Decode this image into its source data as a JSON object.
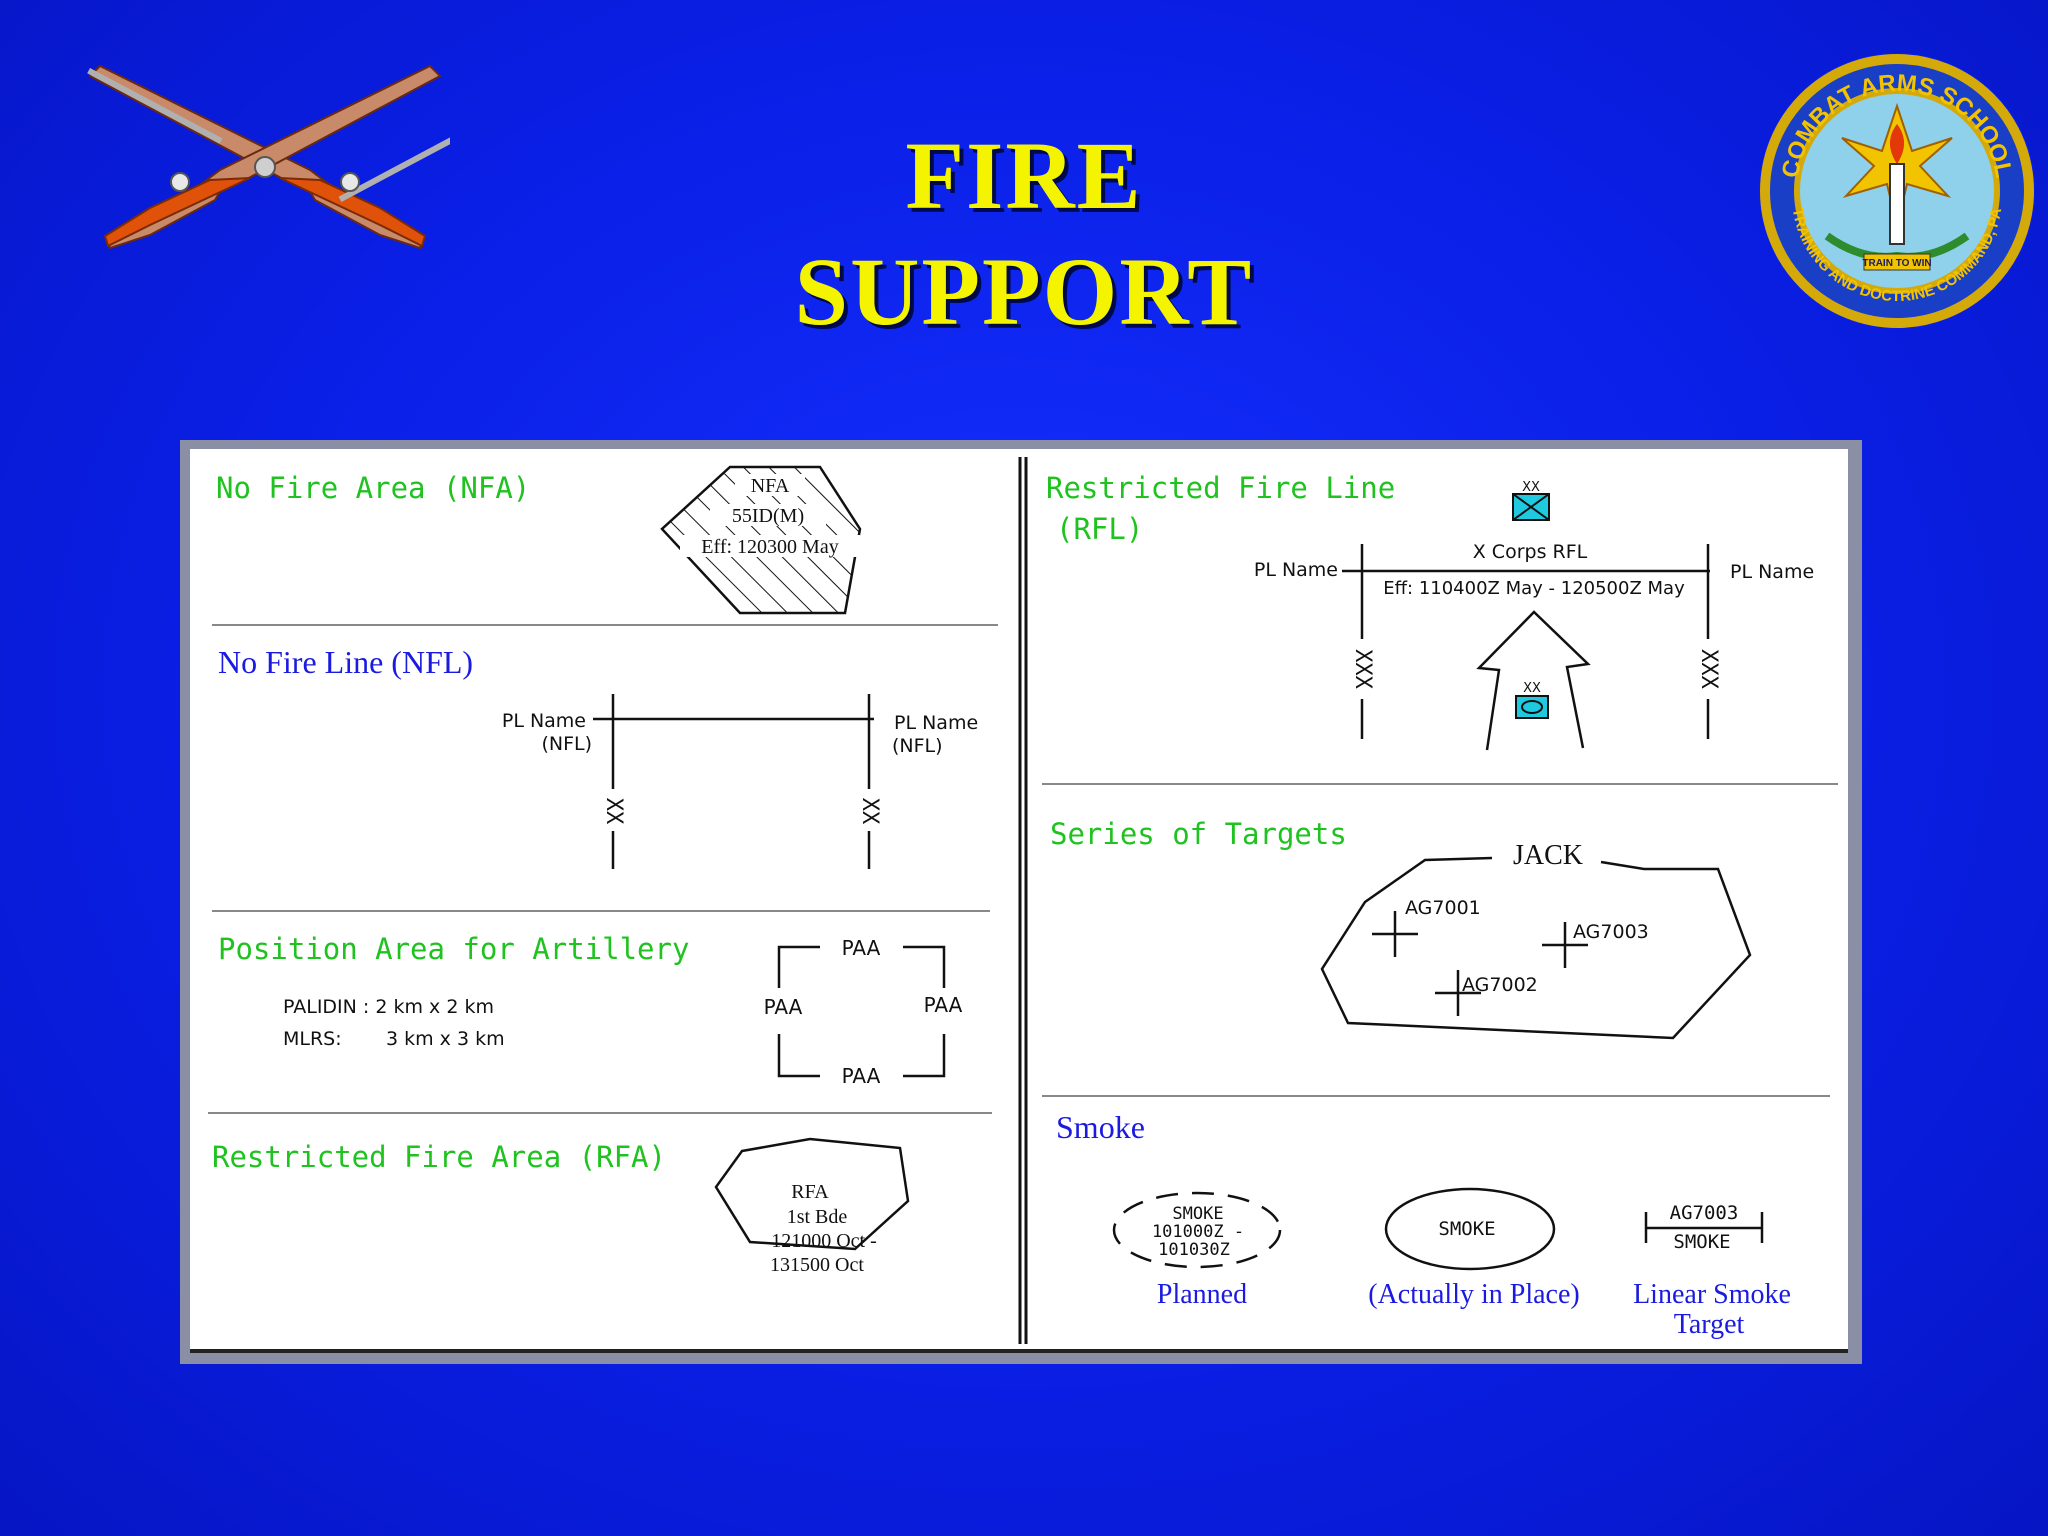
{
  "slide": {
    "title_line1": "FIRE",
    "title_line2": "SUPPORT",
    "seal_text_top": "COMBAT ARMS SCHOOL",
    "seal_text_bottom": "TRAINING AND DOCTRINE COMMAND, PA",
    "seal_ribbon": "TRAIN TO WIN"
  },
  "colors": {
    "background": "#0a1fe6",
    "title": "#f4f400",
    "heading_green": "#1fc21f",
    "heading_blue": "#1a1ae0"
  },
  "nfa": {
    "heading": "No Fire Area (NFA)",
    "label1": "NFA",
    "label2": "55ID(M)",
    "label3": "Eff: 120300 May"
  },
  "nfl": {
    "heading": "No Fire Line (NFL)",
    "left_name": "PL Name",
    "left_sub": "(NFL)",
    "right_name": "PL Name",
    "right_sub": "(NFL)",
    "left_boundary": "XX",
    "right_boundary": "XX"
  },
  "paa": {
    "heading": "Position Area for Artillery",
    "line1": "PALIDIN : 2 km x 2 km",
    "line2_label": "MLRS:",
    "line2_value": "3 km x 3 km",
    "top": "PAA",
    "left": "PAA",
    "right": "PAA",
    "bottom": "PAA"
  },
  "rfa": {
    "heading": "Restricted Fire Area (RFA)",
    "label1": "RFA",
    "label2": "1st Bde",
    "label3": "121000 Oct -",
    "label4": "131500 Oct"
  },
  "rfl": {
    "heading_line1": "Restricted Fire Line",
    "heading_line2": "(RFL)",
    "top_label": "X Corps RFL",
    "eff": "Eff: 110400Z May - 120500Z May",
    "left_name": "PL Name",
    "right_name": "PL Name",
    "left_boundary": "XXX",
    "right_boundary": "XXX",
    "unit_top": "XX",
    "unit_bottom": "XX"
  },
  "targets": {
    "heading": "Series of Targets",
    "name": "JACK",
    "t1": "AG7001",
    "t2": "AG7002",
    "t3": "AG7003"
  },
  "smoke": {
    "heading": "Smoke",
    "planned_label1": "SMOKE",
    "planned_label2": "101000Z -",
    "planned_label3": "101030Z",
    "planned_caption": "Planned",
    "actual_label": "SMOKE",
    "actual_caption": "(Actually in Place)",
    "linear_target": "AG7003",
    "linear_label": "SMOKE",
    "linear_caption1": "Linear Smoke",
    "linear_caption2": "Target"
  }
}
